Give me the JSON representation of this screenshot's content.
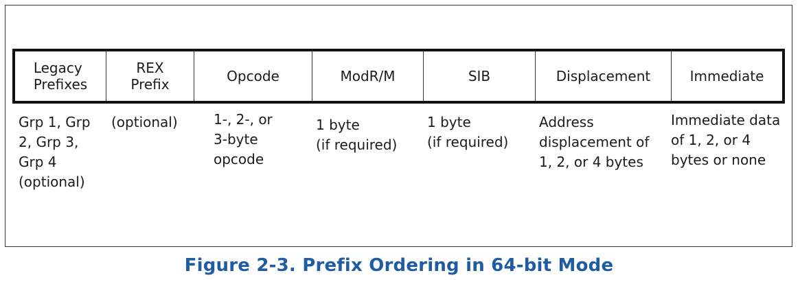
{
  "fields": [
    {
      "label": "Legacy\nPrefixes"
    },
    {
      "label": "REX\nPrefix"
    },
    {
      "label": "Opcode"
    },
    {
      "label": "ModR/M"
    },
    {
      "label": "SIB"
    },
    {
      "label": "Displacement"
    },
    {
      "label": "Immediate"
    }
  ],
  "descriptions": [
    "Grp 1, Grp\n2, Grp 3,\nGrp 4\n(optional)",
    "(optional)",
    "1-, 2-, or\n3-byte\nopcode",
    "1 byte\n(if required)",
    "1 byte\n(if required)",
    "Address\ndisplacement of\n1, 2, or 4 bytes",
    "Immediate data\nof 1, 2, or 4\nbytes or none"
  ],
  "caption": "Figure 2-3.  Prefix Ordering in 64-bit Mode",
  "colors": {
    "caption": "#1f5ca3",
    "border": "#111111"
  }
}
